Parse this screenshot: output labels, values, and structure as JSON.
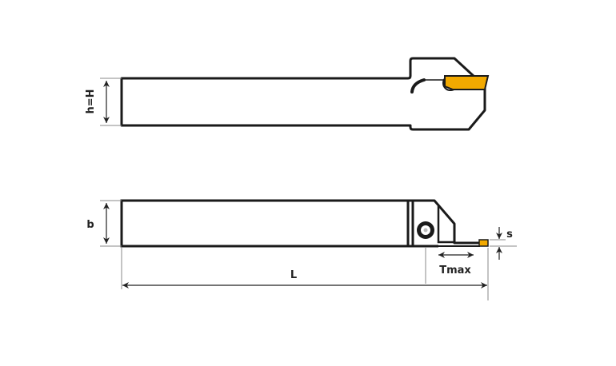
{
  "dimensions": {
    "height_label": "h=H",
    "width_label": "b",
    "length_label": "L",
    "depth_label": "Tmax",
    "insert_width_label": "s"
  },
  "colors": {
    "outline": "#1a1a1a",
    "insert": "#f2a900",
    "dimension_line": "#888888"
  }
}
